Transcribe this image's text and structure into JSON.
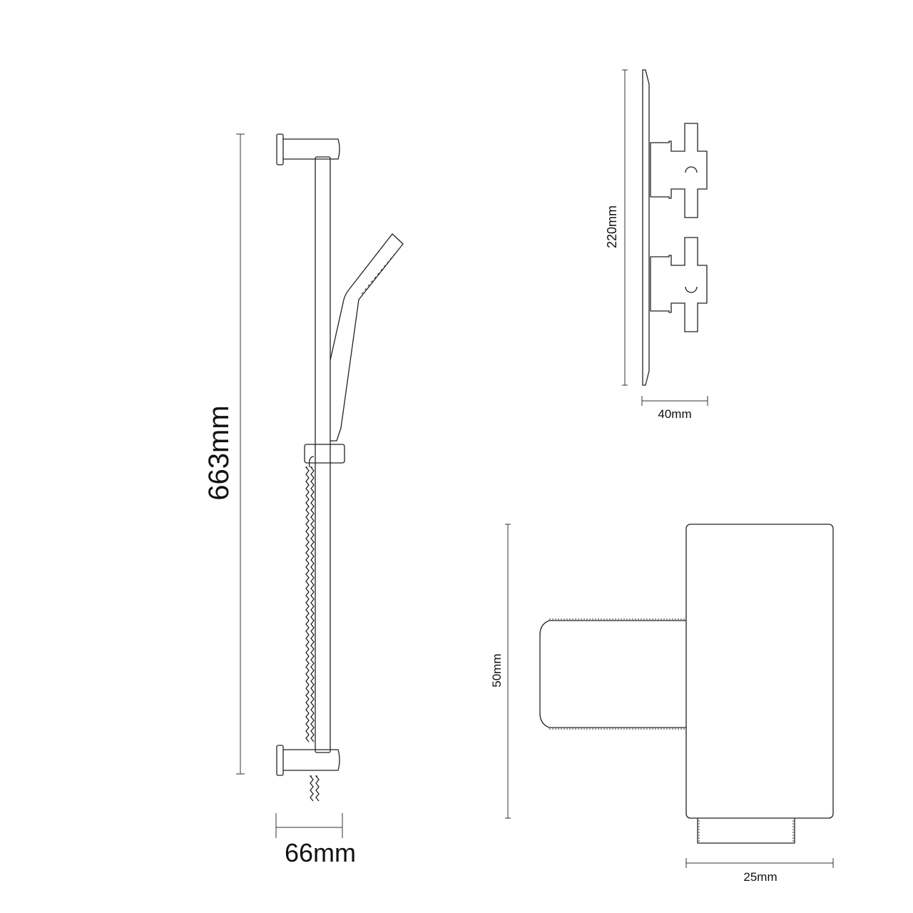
{
  "riser_kit": {
    "height_label": "663mm",
    "width_label": "66mm"
  },
  "valve": {
    "height_label": "220mm",
    "depth_label": "40mm"
  },
  "outlet": {
    "height_label": "50mm",
    "width_label": "25mm"
  },
  "line_color": "#222222"
}
